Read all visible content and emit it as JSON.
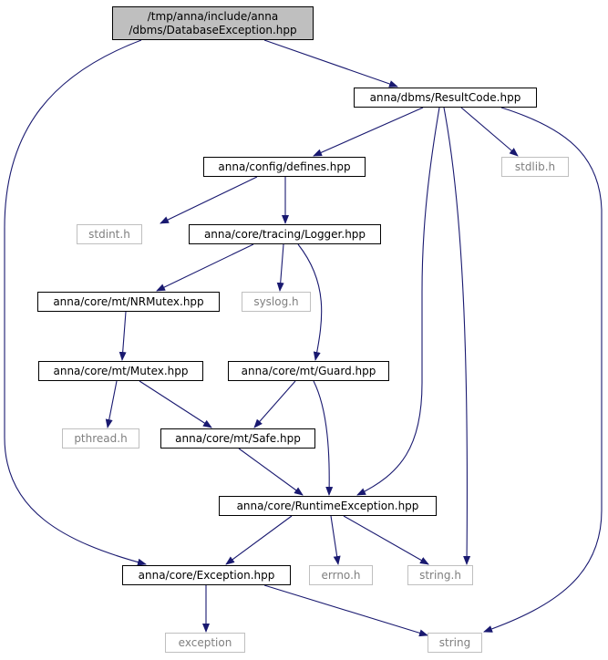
{
  "colors": {
    "edge": "#191970",
    "root_fill": "#bfbfbf",
    "system_border": "#bfbfbf",
    "system_text": "#7f7f7f"
  },
  "nodes": {
    "root": {
      "line1": "/tmp/anna/include/anna",
      "line2": "/dbms/DatabaseException.hpp"
    },
    "resultcode": "anna/dbms/ResultCode.hpp",
    "defines": "anna/config/defines.hpp",
    "stdlib": "stdlib.h",
    "stdint": "stdint.h",
    "logger": "anna/core/tracing/Logger.hpp",
    "nrmutex": "anna/core/mt/NRMutex.hpp",
    "syslog": "syslog.h",
    "mutex": "anna/core/mt/Mutex.hpp",
    "guard": "anna/core/mt/Guard.hpp",
    "pthread": "pthread.h",
    "safe": "anna/core/mt/Safe.hpp",
    "runtimeexception": "anna/core/RuntimeException.hpp",
    "exception_hpp": "anna/core/Exception.hpp",
    "errno": "errno.h",
    "string_h": "string.h",
    "exception": "exception",
    "string": "string"
  },
  "edges": [
    [
      "root",
      "resultcode"
    ],
    [
      "root",
      "exception_hpp"
    ],
    [
      "resultcode",
      "defines"
    ],
    [
      "resultcode",
      "stdlib"
    ],
    [
      "resultcode",
      "runtimeexception"
    ],
    [
      "resultcode",
      "string_h"
    ],
    [
      "resultcode",
      "string"
    ],
    [
      "defines",
      "stdint"
    ],
    [
      "defines",
      "logger"
    ],
    [
      "logger",
      "nrmutex"
    ],
    [
      "logger",
      "syslog"
    ],
    [
      "logger",
      "guard"
    ],
    [
      "nrmutex",
      "mutex"
    ],
    [
      "mutex",
      "pthread"
    ],
    [
      "mutex",
      "safe"
    ],
    [
      "guard",
      "safe"
    ],
    [
      "guard",
      "runtimeexception"
    ],
    [
      "safe",
      "runtimeexception"
    ],
    [
      "runtimeexception",
      "exception_hpp"
    ],
    [
      "runtimeexception",
      "errno"
    ],
    [
      "runtimeexception",
      "string_h"
    ],
    [
      "exception_hpp",
      "exception"
    ],
    [
      "exception_hpp",
      "string"
    ]
  ]
}
